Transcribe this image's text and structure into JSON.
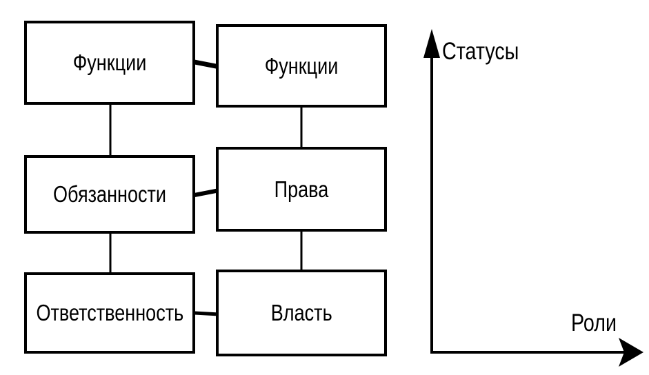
{
  "diagram": {
    "left_column": {
      "top": "Функции",
      "middle": "Обязанности",
      "bottom": "Ответственность"
    },
    "right_column": {
      "top": "Функции",
      "middle": "Права",
      "bottom": "Власть"
    },
    "axes": {
      "vertical_label": "Статусы",
      "horizontal_label": "Роли"
    }
  }
}
